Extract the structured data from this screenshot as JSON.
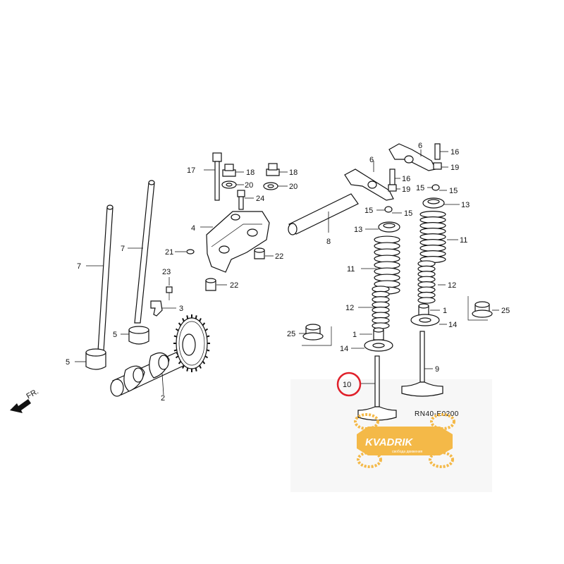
{
  "diagram": {
    "drawing_code": "RN40-E0200",
    "direction_label": "FR.",
    "highlighted_part": "10",
    "watermark": {
      "brand": "KVADRIK",
      "tagline": "свобода движения",
      "color": "#f4b43a"
    },
    "callouts": {
      "c1a": "1",
      "c1b": "1",
      "c2": "2",
      "c3": "3",
      "c4": "4",
      "c5a": "5",
      "c5b": "5",
      "c6a": "6",
      "c6b": "6",
      "c7a": "7",
      "c7b": "7",
      "c8": "8",
      "c9": "9",
      "c10": "10",
      "c11a": "11",
      "c11b": "11",
      "c12a": "12",
      "c12b": "12",
      "c13a": "13",
      "c13b": "13",
      "c14a": "14",
      "c14b": "14",
      "c15a": "15",
      "c15b": "15",
      "c15c": "15",
      "c15d": "15",
      "c16a": "16",
      "c16b": "16",
      "c17": "17",
      "c18a": "18",
      "c18b": "18",
      "c19a": "19",
      "c19b": "19",
      "c20a": "20",
      "c20b": "20",
      "c21": "21",
      "c22a": "22",
      "c22b": "22",
      "c23": "23",
      "c24": "24",
      "c25a": "25",
      "c25b": "25"
    },
    "highlight_color": "#e0202a"
  }
}
